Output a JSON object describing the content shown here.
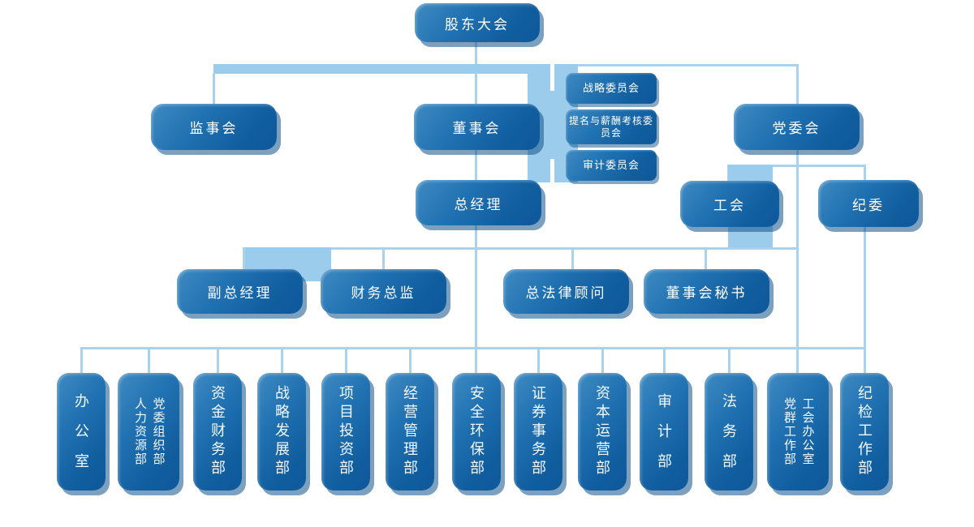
{
  "org": {
    "level1": {
      "shareholders": "股东大会"
    },
    "level2": {
      "supervisory_board": "监事会",
      "board_of_directors": "董事会",
      "party_committee": "党委会"
    },
    "committees": {
      "strategy": "战略委员会",
      "nomination_remuneration": "提名与薪酬考核委员会",
      "audit": "审计委员会"
    },
    "level3": {
      "general_manager": "总经理",
      "labor_union": "工会",
      "discipline_commission": "纪委"
    },
    "level4": {
      "deputy_gm": "副总经理",
      "cfo": "财务总监",
      "chief_legal_counsel": "总法律顾问",
      "board_secretary": "董事会秘书"
    },
    "departments": [
      {
        "name": "办公室"
      },
      {
        "name": "党委组织部 人力资源部",
        "col1": "党委组织部",
        "col2": "人力资源部"
      },
      {
        "name": "资金财务部"
      },
      {
        "name": "战略发展部"
      },
      {
        "name": "项目投资部"
      },
      {
        "name": "经营管理部"
      },
      {
        "name": "安全环保部"
      },
      {
        "name": "证券事务部"
      },
      {
        "name": "资本运营部"
      },
      {
        "name": "审计部"
      },
      {
        "name": "法务部"
      },
      {
        "name": "工会办公室 党群工作部",
        "col1": "工会办公室",
        "col2": "党群工作部"
      },
      {
        "name": "纪检工作部"
      }
    ],
    "colors": {
      "node_gradient_light": "#3f8ac2",
      "node_gradient_mid": "#2172b2",
      "node_gradient_dark": "#0e589a",
      "connector_line": "#a9d2ec",
      "decor_band": "#9cccec",
      "text": "#ffffff"
    }
  }
}
